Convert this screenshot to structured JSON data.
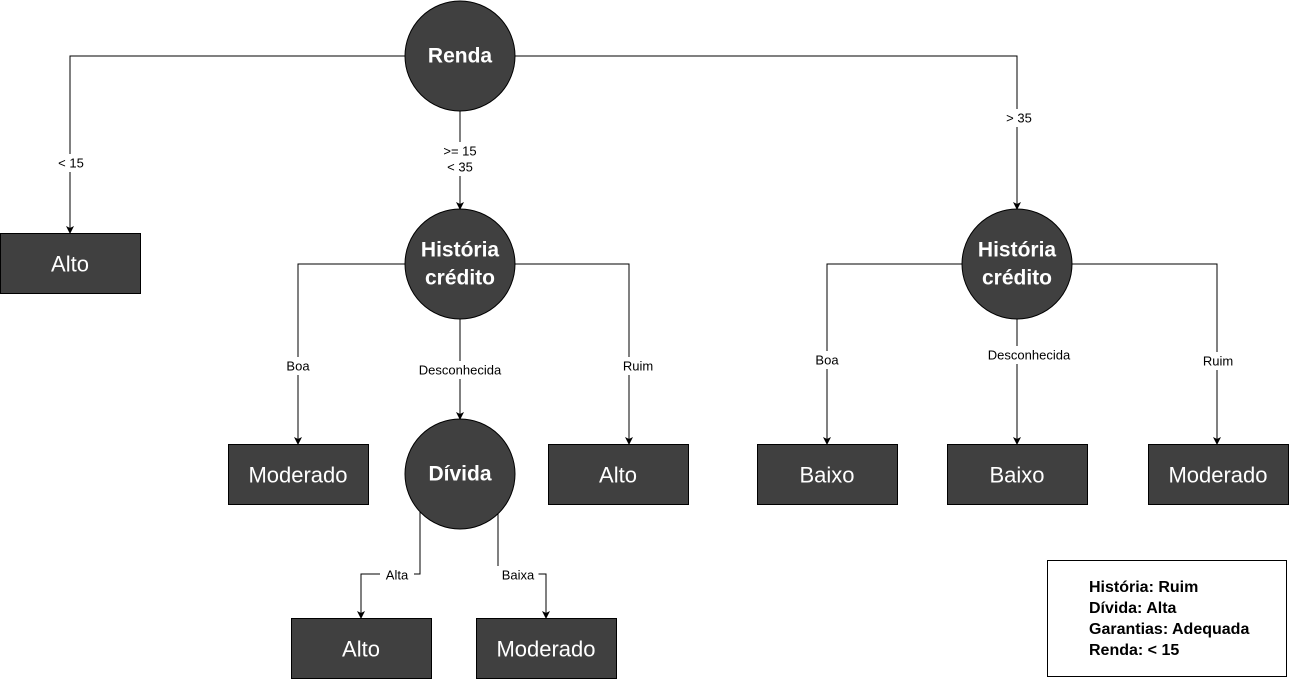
{
  "colors": {
    "node_fill": "#404040",
    "node_stroke": "#000000",
    "node_text": "#ffffff",
    "edge": "#000000",
    "edge_label": "#000000",
    "background": "#ffffff"
  },
  "nodes": {
    "renda": {
      "label": [
        "Renda"
      ]
    },
    "historia_left": {
      "label": [
        "História",
        "crédito"
      ]
    },
    "historia_right": {
      "label": [
        "História",
        "crédito"
      ]
    },
    "divida": {
      "label": [
        "Dívida"
      ]
    },
    "alto_top": {
      "label": [
        "Alto"
      ]
    },
    "moderado_left": {
      "label": [
        "Moderado"
      ]
    },
    "alto_mid": {
      "label": [
        "Alto"
      ]
    },
    "alto_bottom": {
      "label": [
        "Alto"
      ]
    },
    "moderado_bottom": {
      "label": [
        "Moderado"
      ]
    },
    "baixo_1": {
      "label": [
        "Baixo"
      ]
    },
    "baixo_2": {
      "label": [
        "Baixo"
      ]
    },
    "moderado_right": {
      "label": [
        "Moderado"
      ]
    }
  },
  "edges": {
    "renda_lt15": {
      "label": [
        "< 15"
      ]
    },
    "renda_mid": {
      "label": [
        ">= 15",
        "< 35"
      ]
    },
    "renda_gt35": {
      "label": [
        "> 35"
      ]
    },
    "hl_boa": {
      "label": [
        "Boa"
      ]
    },
    "hl_desc": {
      "label": [
        "Desconhecida"
      ]
    },
    "hl_ruim": {
      "label": [
        "Ruim"
      ]
    },
    "div_alta": {
      "label": [
        "Alta"
      ]
    },
    "div_baixa": {
      "label": [
        "Baixa"
      ]
    },
    "hr_boa": {
      "label": [
        "Boa"
      ]
    },
    "hr_desc": {
      "label": [
        "Desconhecida"
      ]
    },
    "hr_ruim": {
      "label": [
        "Ruim"
      ]
    }
  },
  "legend": {
    "lines": [
      "História: Ruim",
      "Dívida: Alta",
      "Garantias: Adequada",
      "Renda: < 15"
    ]
  }
}
